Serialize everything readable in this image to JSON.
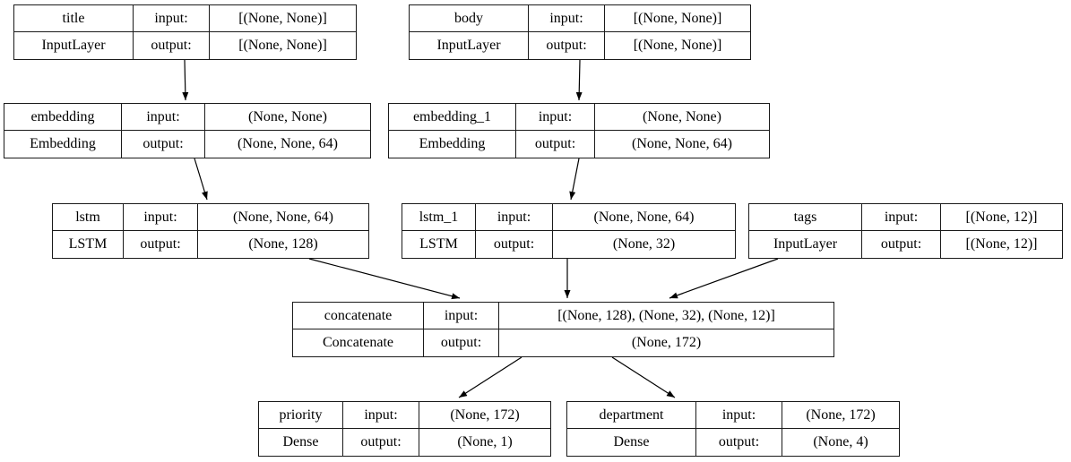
{
  "diagram": {
    "kind": "keras-model-plot",
    "background_color": "#ffffff",
    "line_color": "#000000",
    "nodes": {
      "title": {
        "name": "title",
        "type": "InputLayer",
        "input_label": "input:",
        "output_label": "output:",
        "input_value": "[(None, None)]",
        "output_value": "[(None, None)]"
      },
      "body": {
        "name": "body",
        "type": "InputLayer",
        "input_label": "input:",
        "output_label": "output:",
        "input_value": "[(None, None)]",
        "output_value": "[(None, None)]"
      },
      "embedding": {
        "name": "embedding",
        "type": "Embedding",
        "input_label": "input:",
        "output_label": "output:",
        "input_value": "(None, None)",
        "output_value": "(None, None, 64)"
      },
      "embedding_1": {
        "name": "embedding_1",
        "type": "Embedding",
        "input_label": "input:",
        "output_label": "output:",
        "input_value": "(None, None)",
        "output_value": "(None, None, 64)"
      },
      "lstm": {
        "name": "lstm",
        "type": "LSTM",
        "input_label": "input:",
        "output_label": "output:",
        "input_value": "(None, None, 64)",
        "output_value": "(None, 128)"
      },
      "lstm_1": {
        "name": "lstm_1",
        "type": "LSTM",
        "input_label": "input:",
        "output_label": "output:",
        "input_value": "(None, None, 64)",
        "output_value": "(None, 32)"
      },
      "tags": {
        "name": "tags",
        "type": "InputLayer",
        "input_label": "input:",
        "output_label": "output:",
        "input_value": "[(None, 12)]",
        "output_value": "[(None, 12)]"
      },
      "concatenate": {
        "name": "concatenate",
        "type": "Concatenate",
        "input_label": "input:",
        "output_label": "output:",
        "input_value": "[(None, 128), (None, 32), (None, 12)]",
        "output_value": "(None, 172)"
      },
      "priority": {
        "name": "priority",
        "type": "Dense",
        "input_label": "input:",
        "output_label": "output:",
        "input_value": "(None, 172)",
        "output_value": "(None, 1)"
      },
      "department": {
        "name": "department",
        "type": "Dense",
        "input_label": "input:",
        "output_label": "output:",
        "input_value": "(None, 172)",
        "output_value": "(None, 4)"
      }
    },
    "edges": [
      {
        "from": "title",
        "to": "embedding"
      },
      {
        "from": "body",
        "to": "embedding_1"
      },
      {
        "from": "embedding",
        "to": "lstm"
      },
      {
        "from": "embedding_1",
        "to": "lstm_1"
      },
      {
        "from": "lstm",
        "to": "concatenate"
      },
      {
        "from": "lstm_1",
        "to": "concatenate"
      },
      {
        "from": "tags",
        "to": "concatenate"
      },
      {
        "from": "concatenate",
        "to": "priority"
      },
      {
        "from": "concatenate",
        "to": "department"
      }
    ]
  }
}
